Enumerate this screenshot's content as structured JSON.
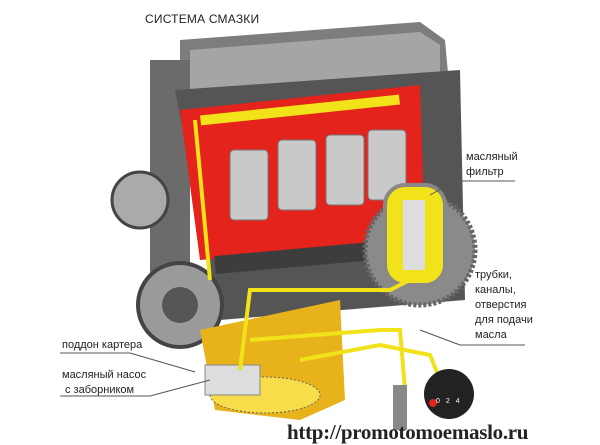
{
  "title": "СИСТЕМА СМАЗКИ",
  "labels": {
    "oil_filter": [
      "масляный",
      "фильтр"
    ],
    "pipes": [
      "трубки,",
      "каналы,",
      "отверстия",
      "для подачи",
      "масла"
    ],
    "oil_pan": "поддон картера",
    "oil_pump": [
      "масляный насос",
      "с заборником"
    ]
  },
  "gauge_ticks": [
    "0",
    "2",
    "4"
  ],
  "watermark": "http://promotomoemaslo.ru",
  "colors": {
    "oil": "#f2e21a",
    "block_cut": "#e3231c",
    "pan": "#e7b21a",
    "metal": "#8a8a8a"
  }
}
